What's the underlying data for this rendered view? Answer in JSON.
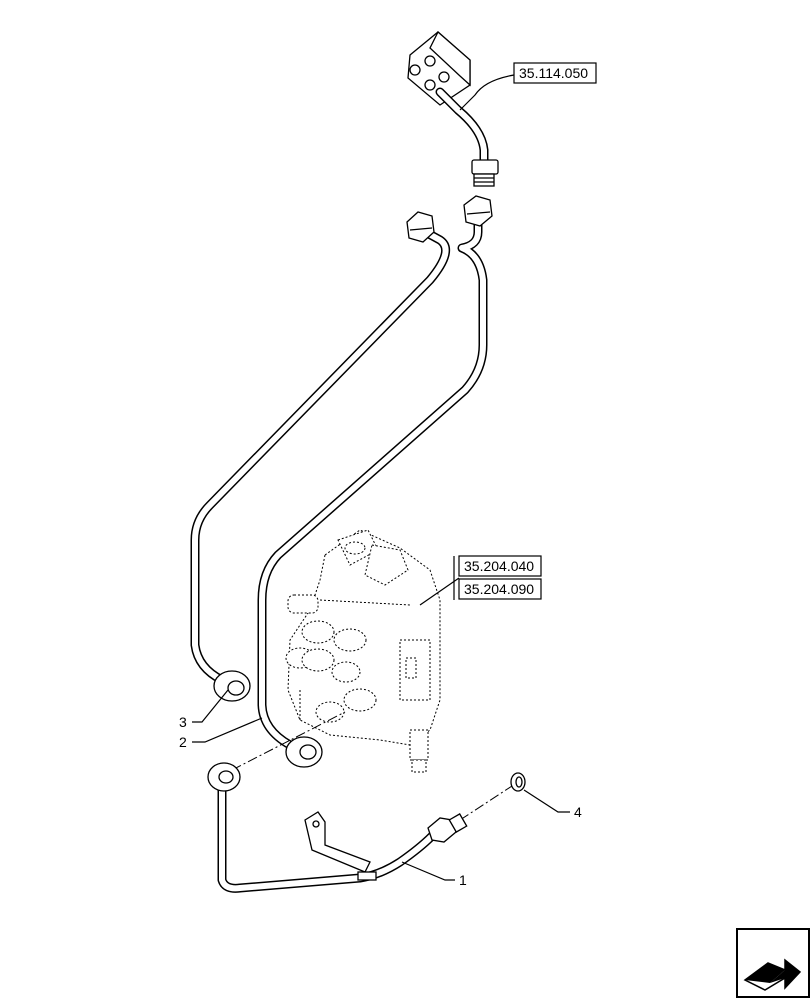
{
  "references": {
    "ref_top": "35.114.050",
    "ref_mid_1": "35.204.040",
    "ref_mid_2": "35.204.090"
  },
  "callouts": {
    "c1": "1",
    "c2": "2",
    "c3": "3",
    "c4": "4"
  },
  "icons": {
    "nav": "next-page-arrow-icon"
  }
}
